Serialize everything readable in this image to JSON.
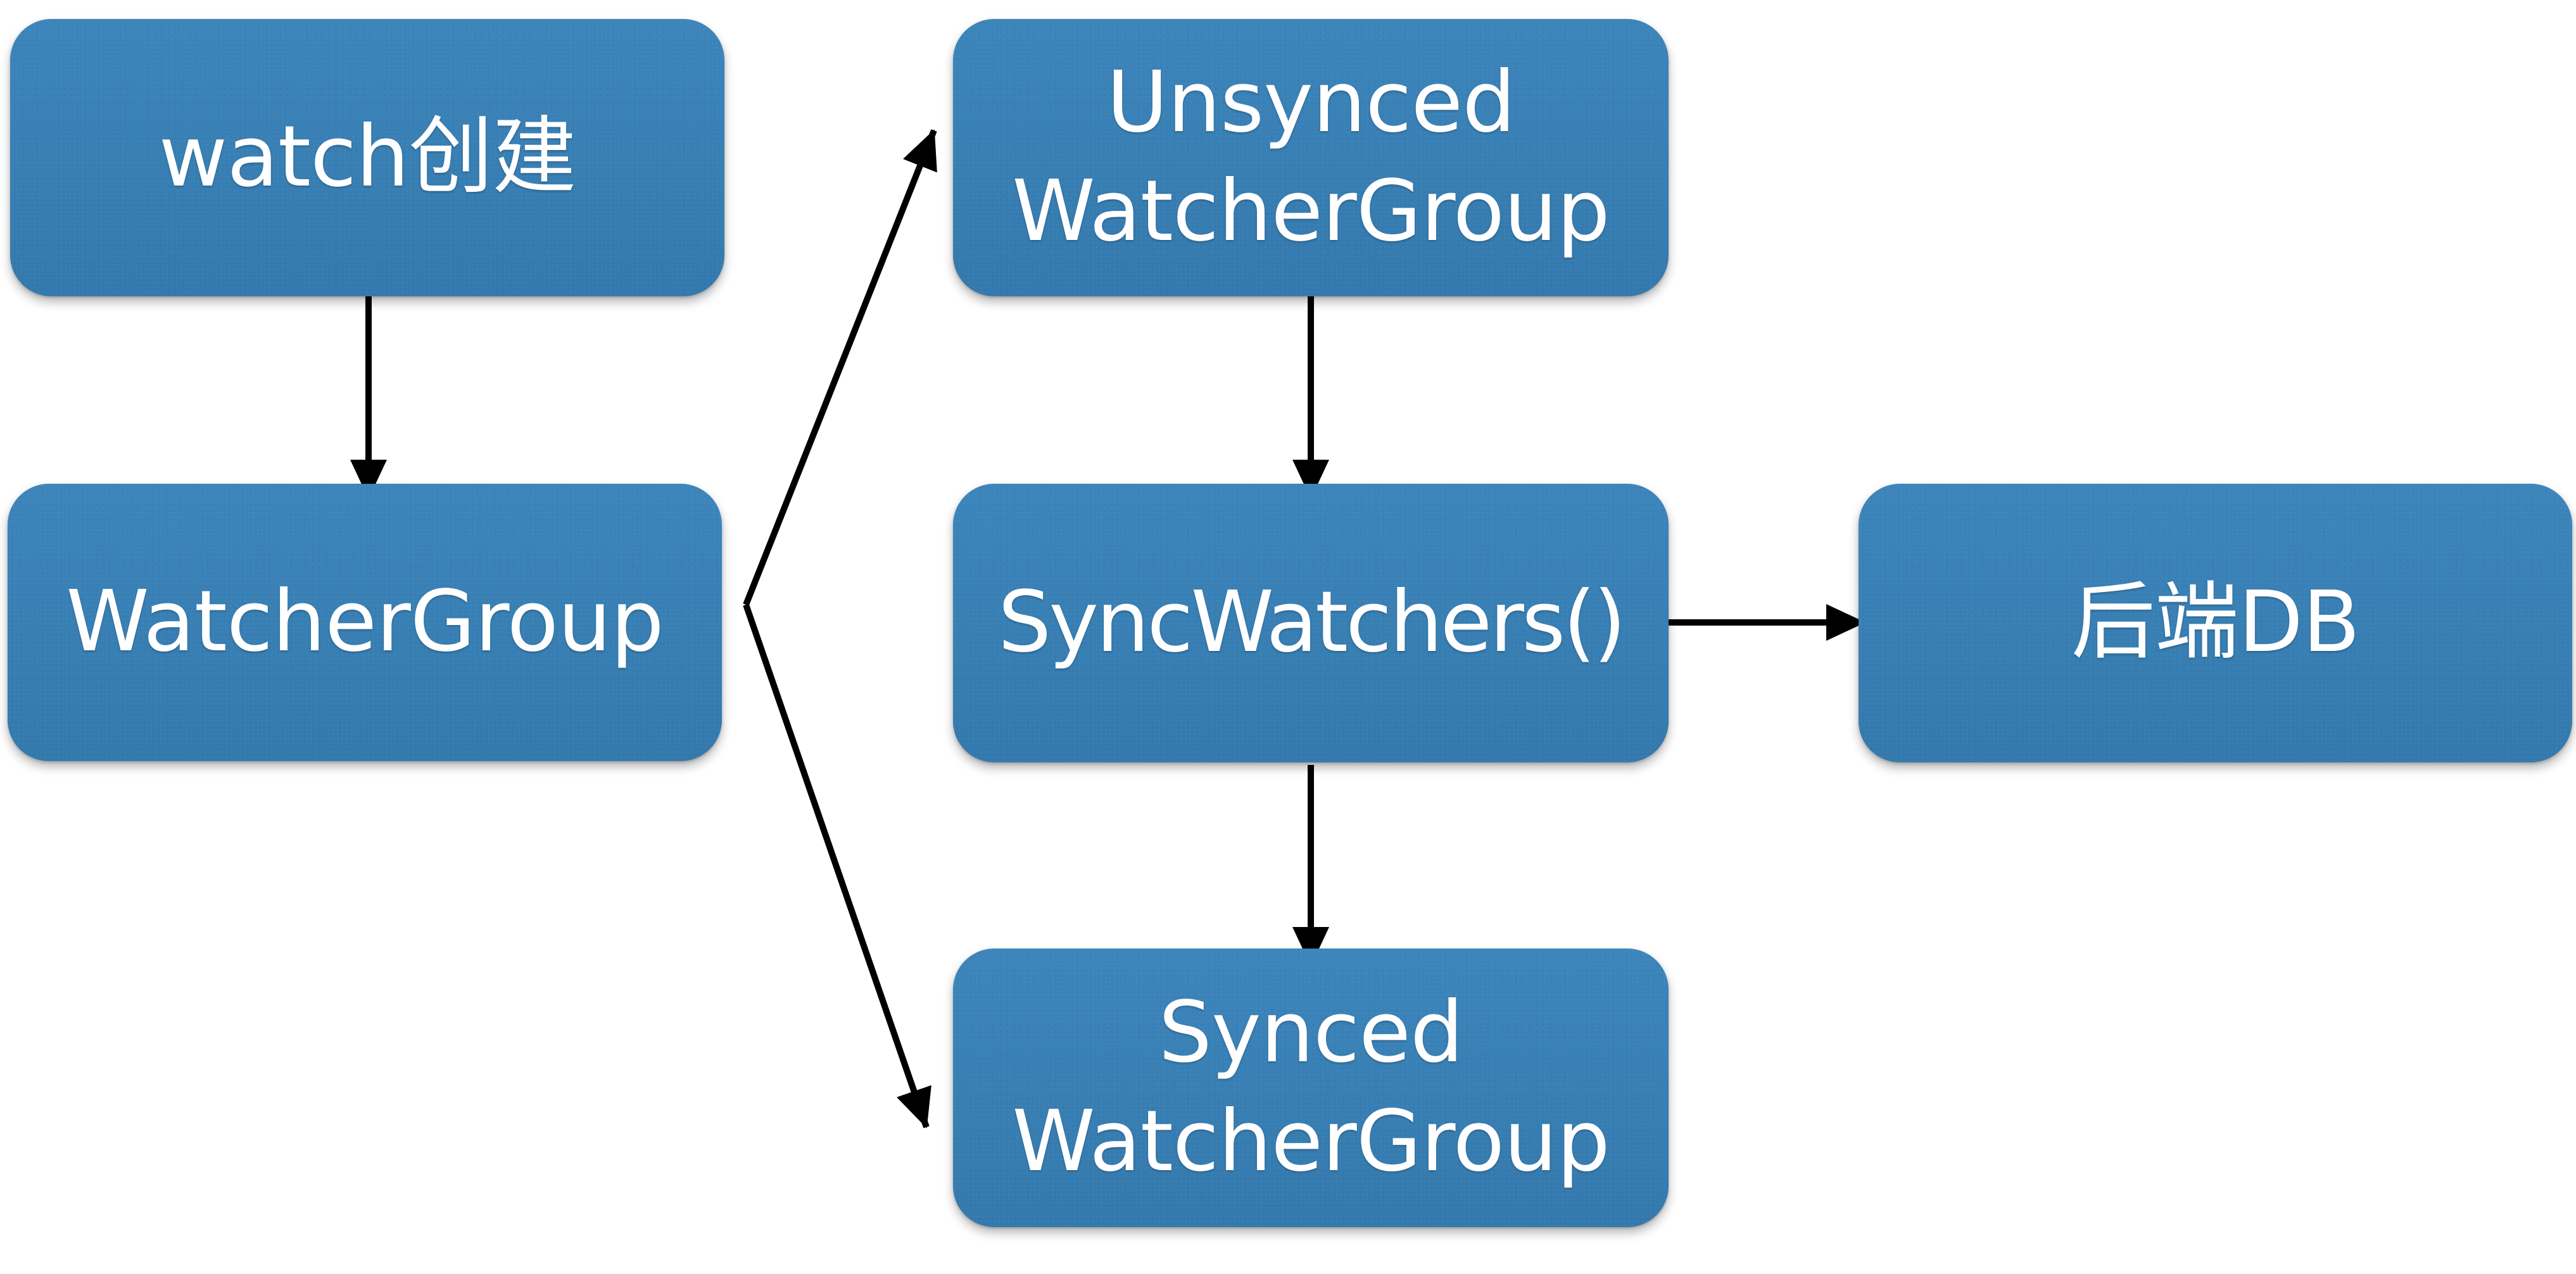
{
  "nodes": {
    "watch_create": "watch创建",
    "watcher_group": "WatcherGroup",
    "unsynced": "Unsynced\nWatcherGroup",
    "sync_watchers": "SyncWatchers()",
    "backend_db": "后端DB",
    "synced": "Synced\nWatcherGroup"
  },
  "colors": {
    "node_fill": "#3a82b8",
    "node_text": "#ffffff",
    "arrow": "#000000",
    "background": "#ffffff"
  }
}
